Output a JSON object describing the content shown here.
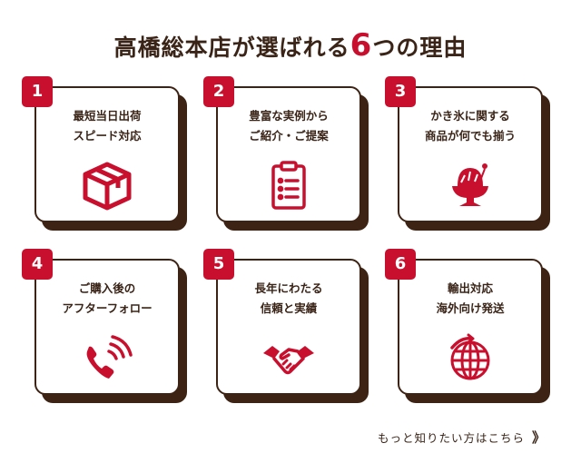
{
  "heading": {
    "before": "高橋総本店が選ばれる",
    "number": "6",
    "after": "つの理由"
  },
  "reasons": [
    {
      "num": "1",
      "line1": "最短当日出荷",
      "line2": "スピード対応",
      "icon": "box-icon"
    },
    {
      "num": "2",
      "line1": "豊富な実例から",
      "line2": "ご紹介・ご提案",
      "icon": "clipboard-icon"
    },
    {
      "num": "3",
      "line1": "かき氷に関する",
      "line2": "商品が何でも揃う",
      "icon": "shaved-ice-icon"
    },
    {
      "num": "4",
      "line1": "ご購入後の",
      "line2": "アフターフォロー",
      "icon": "phone-icon"
    },
    {
      "num": "5",
      "line1": "長年にわたる",
      "line2": "信頼と実績",
      "icon": "handshake-icon"
    },
    {
      "num": "6",
      "line1": "輸出対応",
      "line2": "海外向け発送",
      "icon": "globe-icon"
    }
  ],
  "more_link": {
    "label": "もっと知りたい方はこちら",
    "arrow": "》"
  },
  "colors": {
    "accent": "#c8102e",
    "dark": "#3d2314"
  }
}
